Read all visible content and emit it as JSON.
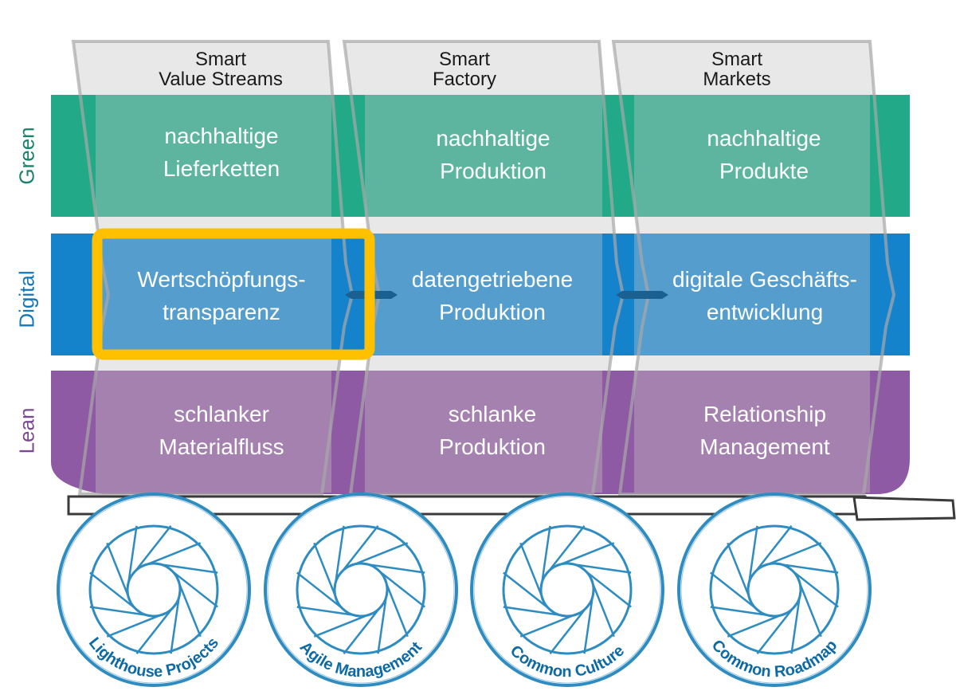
{
  "title": "Smart Green Digital Lean transformation wagon",
  "columns": [
    {
      "line1": "Smart",
      "line2": "Value Streams"
    },
    {
      "line1": "Smart",
      "line2": "Factory"
    },
    {
      "line1": "Smart",
      "line2": "Markets"
    }
  ],
  "rows": [
    {
      "label": "Green",
      "color": "#22aa88",
      "cell_color": "#5db5a0",
      "label_color": "#16826b",
      "cells": [
        {
          "line1": "nachhaltige",
          "line2": "Lieferketten"
        },
        {
          "line1": "nachhaltige",
          "line2": "Produktion"
        },
        {
          "line1": "nachhaltige",
          "line2": "Produkte"
        }
      ]
    },
    {
      "label": "Digital",
      "color": "#1583cc",
      "cell_color": "#559dcc",
      "label_color": "#1376b8",
      "cells": [
        {
          "line1": "Wertschöpfungs-",
          "line2": "transparenz"
        },
        {
          "line1": "datengetriebene",
          "line2": "Produktion"
        },
        {
          "line1": "digitale Geschäfts-",
          "line2": "entwicklung"
        }
      ]
    },
    {
      "label": "Lean",
      "color": "#8e5aa3",
      "cell_color": "#a581b0",
      "label_color": "#7a4a90",
      "cells": [
        {
          "line1": "schlanker",
          "line2": "Materialfluss"
        },
        {
          "line1": "schlanke",
          "line2": "Produktion"
        },
        {
          "line1": "Relationship",
          "line2": "Management"
        }
      ]
    }
  ],
  "highlight": {
    "row": 1,
    "col": 0,
    "color": "#ffc000"
  },
  "wheels": [
    {
      "label": "Lighthouse Projects"
    },
    {
      "label": "Agile Management"
    },
    {
      "label": "Common Culture"
    },
    {
      "label": "Common Roadmap"
    }
  ],
  "wheel_color": "#2f8cc0",
  "wheel_text_color": "#0d6aa5"
}
